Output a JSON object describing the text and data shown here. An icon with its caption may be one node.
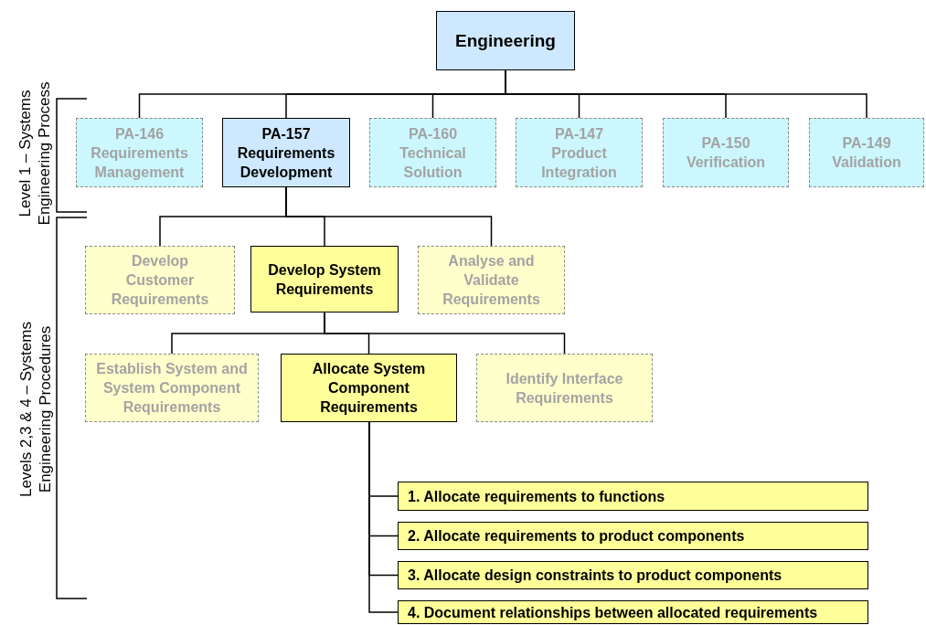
{
  "diagram": {
    "nodes": [
      {
        "text": [
          "Engineering"
        ]
      },
      {
        "text": [
          "PA-146",
          "Requirements Management"
        ]
      },
      {
        "text": [
          "PA-157",
          "Requirements Development"
        ]
      },
      {
        "text": [
          "PA-160",
          "Technical Solution"
        ]
      },
      {
        "text": [
          "PA-147",
          "Product Integration"
        ]
      },
      {
        "text": [
          "PA-150",
          "Verification"
        ]
      },
      {
        "text": [
          "PA-149",
          "Validation"
        ]
      },
      {
        "text": [
          "Develop Customer Requirements"
        ]
      },
      {
        "text": [
          "Develop System Requirements"
        ]
      },
      {
        "text": [
          "Analyse and Validate Requirements"
        ]
      },
      {
        "text": [
          "Establish System and System Component Requirements"
        ]
      },
      {
        "text": [
          "Allocate System Component Requirements"
        ]
      },
      {
        "text": [
          "Identify Interface Requirements"
        ]
      },
      {
        "text": [
          "1. Allocate requirements to functions"
        ]
      },
      {
        "text": [
          "2. Allocate requirements to product components"
        ]
      },
      {
        "text": [
          "3. Allocate design constraints to product components"
        ]
      },
      {
        "text": [
          "4. Document relationships between allocated requirements"
        ]
      }
    ],
    "edges": [
      {
        "from": 0,
        "to": 1,
        "arrow": "none"
      },
      {
        "from": 0,
        "to": 2,
        "arrow": "none"
      },
      {
        "from": 0,
        "to": 3,
        "arrow": "none"
      },
      {
        "from": 0,
        "to": 4,
        "arrow": "none"
      },
      {
        "from": 0,
        "to": 5,
        "arrow": "none"
      },
      {
        "from": 0,
        "to": 6,
        "arrow": "none"
      },
      {
        "from": 2,
        "to": 7,
        "arrow": "none"
      },
      {
        "from": 2,
        "to": 8,
        "arrow": "none"
      },
      {
        "from": 2,
        "to": 9,
        "arrow": "none"
      },
      {
        "from": 8,
        "to": 10,
        "arrow": "none"
      },
      {
        "from": 8,
        "to": 11,
        "arrow": "none"
      },
      {
        "from": 8,
        "to": 12,
        "arrow": "none"
      },
      {
        "from": 11,
        "to": 13,
        "arrow": "none"
      },
      {
        "from": 11,
        "to": 14,
        "arrow": "none"
      },
      {
        "from": 11,
        "to": 15,
        "arrow": "none"
      },
      {
        "from": 11,
        "to": 16,
        "arrow": "none"
      }
    ],
    "labels": [
      "Level 1 – Systems Engineering Process",
      "Levels 2,3 & 4 – Systems Engineering Procedures"
    ]
  }
}
